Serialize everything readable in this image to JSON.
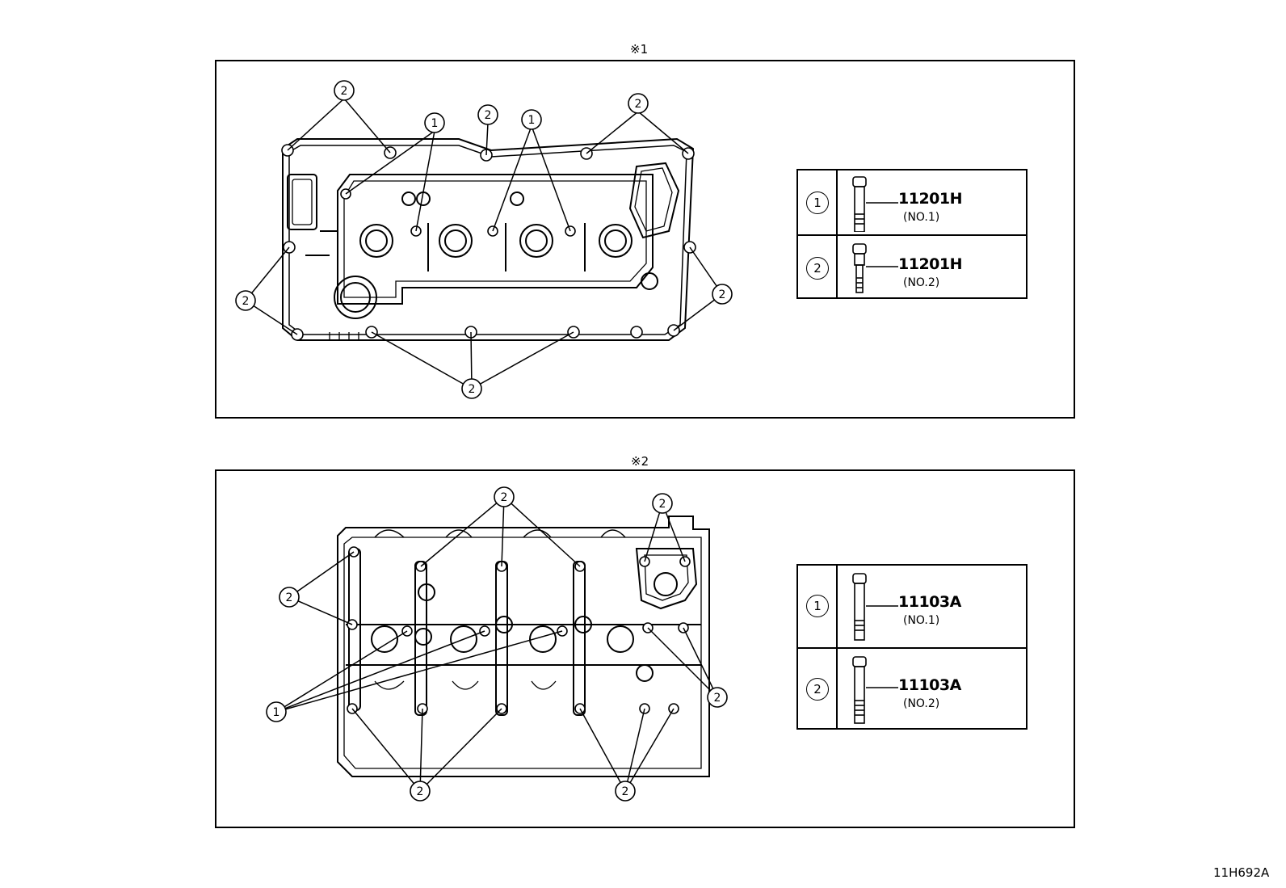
{
  "markers": {
    "top": "※1",
    "bottom": "※2"
  },
  "callout_labels": {
    "one": "1",
    "two": "2"
  },
  "legend_top": [
    {
      "num": "1",
      "code": "11201H",
      "sub": "(NO.1)"
    },
    {
      "num": "2",
      "code": "11201H",
      "sub": "(NO.2)"
    }
  ],
  "legend_bottom": [
    {
      "num": "1",
      "code": "11103A",
      "sub": "(NO.1)"
    },
    {
      "num": "2",
      "code": "11103A",
      "sub": "(NO.2)"
    }
  ],
  "footer_code": "11H692A"
}
